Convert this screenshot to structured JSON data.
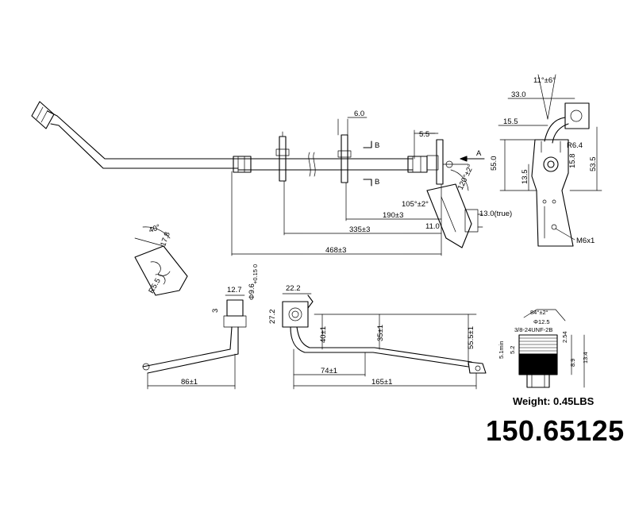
{
  "main_view": {
    "dims": {
      "d_6_0": "6.0",
      "d_5_5": "5.5",
      "d_190": "190±3",
      "d_335": "335±3",
      "d_468": "468±3",
      "d_11_0": "11.0",
      "d_105": "105°±2°",
      "d_120": "120°±2°",
      "d_13_true": "13.0(true)"
    },
    "markers": {
      "b_top": "B",
      "b_bottom": "B",
      "a": "A"
    }
  },
  "bracket_view": {
    "dims": {
      "angle": "11°±6°",
      "d_33": "33.0",
      "d_15_5": "15.5",
      "r_6_4": "R6.4",
      "d_55": "55.0",
      "d_13_5": "13.5",
      "d_15_8": "15.8",
      "d_53_5": "53.5",
      "thread": "M6x1"
    }
  },
  "end_detail": {
    "dims": {
      "angle_40": "40°",
      "d_17_8": "17.8",
      "r_5_5": "R5.5"
    }
  },
  "left_view": {
    "dims": {
      "d_12_7": "12.7",
      "d_9_6": "Φ9.6",
      "tol": "+0.15 0",
      "d_3": "3",
      "d_86": "86±1"
    }
  },
  "mid_view": {
    "dims": {
      "d_22_2": "22.2",
      "d_27_2": "27.2",
      "d_40": "40±1",
      "d_35": "35±1",
      "d_55_5": "55.5±1",
      "d_74": "74±1",
      "d_165": "165±1"
    }
  },
  "fitting_detail": {
    "dims": {
      "angle": "84°±2°",
      "d_12_5": "Φ12.5",
      "thread": "3/8-24UNF-2B",
      "d_5_1": "5.1min",
      "d_5_2": "5.2",
      "d_2_54": "2.54",
      "d_8_9": "8.9",
      "d_13_4": "13.4"
    }
  },
  "weight": "Weight: 0.45LBS",
  "part_number": "150.65125"
}
